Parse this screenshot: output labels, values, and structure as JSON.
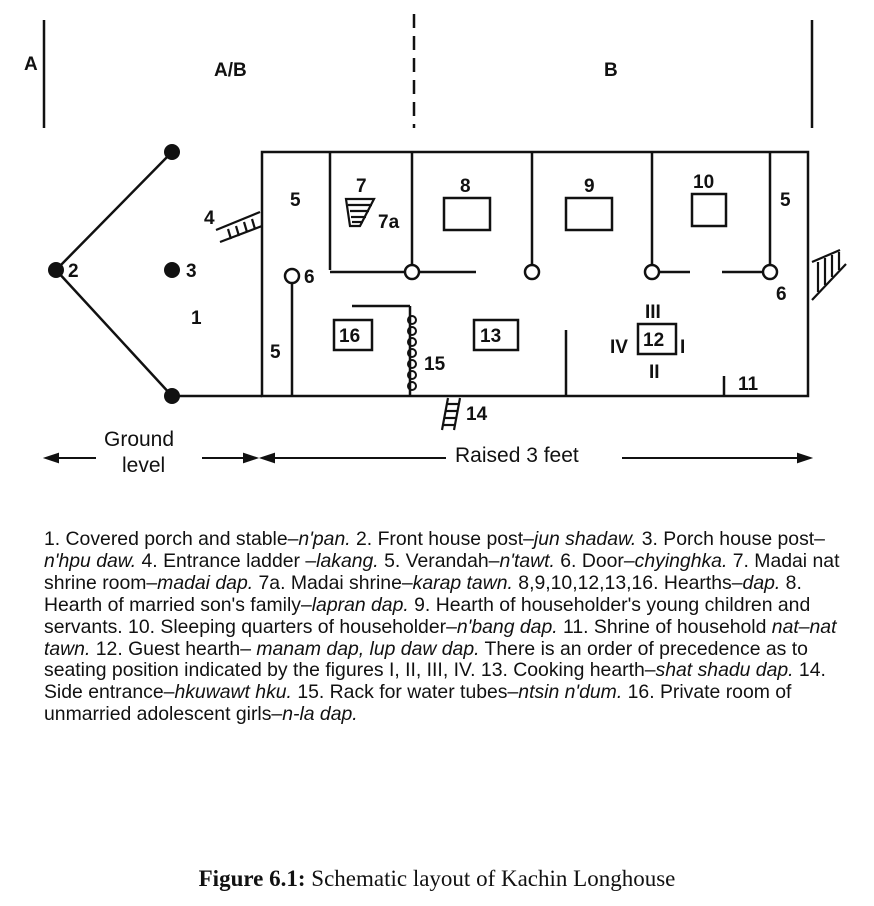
{
  "sections": {
    "a": "A",
    "ab": "A/B",
    "b": "B"
  },
  "labels": {
    "n1": "1",
    "n2": "2",
    "n3": "3",
    "n4": "4",
    "n5_top_left": "5",
    "n5_bottom_left": "5",
    "n5_right": "5",
    "n6_left": "6",
    "n6_right": "6",
    "n7": "7",
    "n7a": "7a",
    "n8": "8",
    "n9": "9",
    "n10": "10",
    "n11": "11",
    "n12": "12",
    "n13": "13",
    "n14": "14",
    "n15": "15",
    "n16": "16",
    "seat_i": "I",
    "seat_ii": "II",
    "seat_iii": "III",
    "seat_iv": "IV"
  },
  "levels": {
    "ground_line1": "Ground",
    "ground_line2": "level",
    "raised": "Raised 3 feet"
  },
  "legend": [
    {
      "t": "1. Covered porch and stable–"
    },
    {
      "t": "n'pan.",
      "i": true
    },
    {
      "t": " 2. Front house post–"
    },
    {
      "t": "jun shadaw.",
      "i": true
    },
    {
      "t": " 3. Porch house post–"
    },
    {
      "t": "n'hpu daw.",
      "i": true
    },
    {
      "t": " 4. Entrance ladder –"
    },
    {
      "t": "lakang.",
      "i": true
    },
    {
      "t": " 5. Verandah–"
    },
    {
      "t": "n'tawt.",
      "i": true
    },
    {
      "t": " 6. Door–"
    },
    {
      "t": "chyinghka.",
      "i": true
    },
    {
      "t": " 7. Madai nat shrine room–"
    },
    {
      "t": "madai dap.",
      "i": true
    },
    {
      "t": " 7a. Madai shrine–"
    },
    {
      "t": "karap tawn.",
      "i": true
    },
    {
      "t": " 8,9,10,12,13,16. Hearths–"
    },
    {
      "t": "dap.",
      "i": true
    },
    {
      "t": " 8. Hearth of married son's family–"
    },
    {
      "t": "lapran dap.",
      "i": true
    },
    {
      "t": " 9. Hearth of householder's young children and servants. 10. Sleeping quarters of householder–"
    },
    {
      "t": "n'bang dap.",
      "i": true
    },
    {
      "t": " 11. Shrine of household "
    },
    {
      "t": "nat–nat tawn.",
      "i": true
    },
    {
      "t": " 12. Guest hearth– "
    },
    {
      "t": "manam dap, lup daw dap.",
      "i": true
    },
    {
      "t": " There is an order of precedence as to seating position indicated by the figures I, II, III, IV. 13. Cooking hearth–"
    },
    {
      "t": "shat shadu dap.",
      "i": true
    },
    {
      "t": " 14. Side entrance–"
    },
    {
      "t": "hkuwawt hku.",
      "i": true
    },
    {
      "t": " 15. Rack for water tubes–"
    },
    {
      "t": "ntsin n'dum.",
      "i": true
    },
    {
      "t": " 16. Private room of unmarried adolescent girls–"
    },
    {
      "t": "n-la dap.",
      "i": true
    }
  ],
  "caption": {
    "label": "Figure 6.1:",
    "text": " Schematic layout of Kachin Longhouse"
  }
}
